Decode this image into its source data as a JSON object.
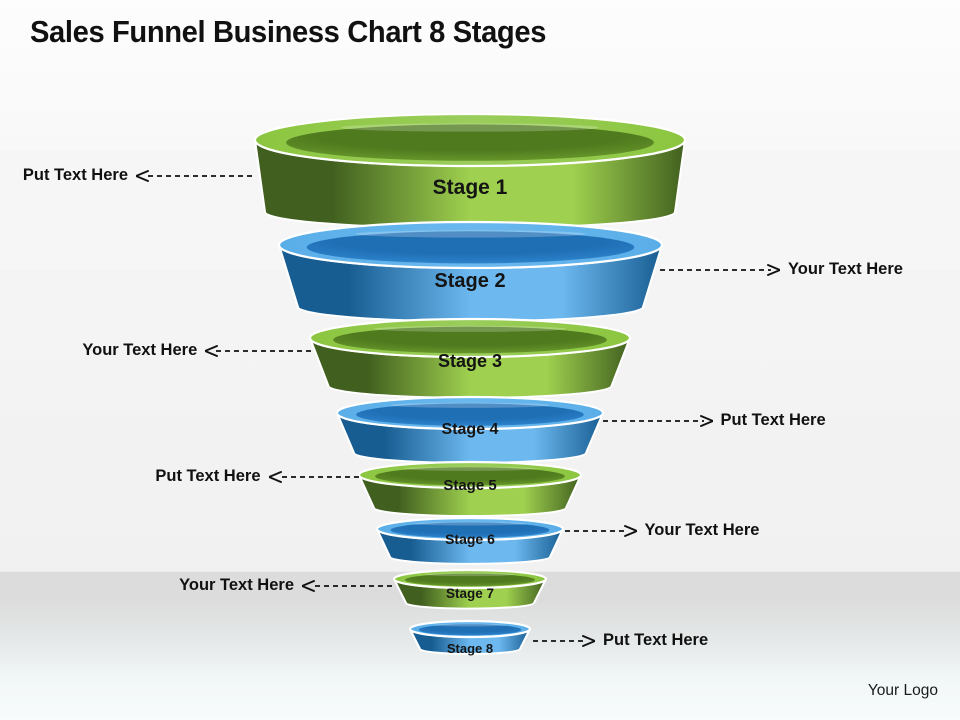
{
  "slide": {
    "title": "Sales Funnel Business Chart 8 Stages",
    "logo": "Your Logo",
    "background_top_color": "#fbfbfb",
    "background_band_color": "#dcdcdc",
    "background_bottom_color": "#f7fbfb"
  },
  "palette": {
    "green_rim_light": "#8cc63f",
    "green_rim_outer": "#9acd5b",
    "green_bowl_dark": "#4f7a1e",
    "green_body_edge": "#41601f",
    "green_body_center": "#9fd04f",
    "blue_rim_light": "#5aaee8",
    "blue_rim_outer": "#6ab8ee",
    "blue_bowl_dark": "#1f6fb5",
    "blue_body_edge": "#175d92",
    "blue_body_center": "#6cb8ef",
    "text_color": "#141414",
    "arrow_color": "#111111"
  },
  "chart_data": {
    "type": "funnel",
    "title": "Sales Funnel Business Chart 8 Stages",
    "stage_count": 8,
    "colors_alternate": [
      "green",
      "blue"
    ],
    "stages": [
      {
        "label": "Stage 1",
        "color": "green",
        "top_width": 430,
        "bottom_width": 410,
        "callout": "Put Text Here",
        "callout_side": "left",
        "label_font_size": 21
      },
      {
        "label": "Stage 2",
        "color": "blue",
        "top_width": 383,
        "bottom_width": 345,
        "callout": "Your Text Here",
        "callout_side": "right",
        "label_font_size": 20
      },
      {
        "label": "Stage 3",
        "color": "green",
        "top_width": 320,
        "bottom_width": 283,
        "callout": "Your Text Here",
        "callout_side": "left",
        "label_font_size": 18
      },
      {
        "label": "Stage 4",
        "color": "blue",
        "top_width": 266,
        "bottom_width": 232,
        "callout": "Put Text Here",
        "callout_side": "right",
        "label_font_size": 16
      },
      {
        "label": "Stage 5",
        "color": "green",
        "top_width": 222,
        "bottom_width": 192,
        "callout": "Put Text Here",
        "callout_side": "left",
        "label_font_size": 15
      },
      {
        "label": "Stage 6",
        "color": "blue",
        "top_width": 186,
        "bottom_width": 160,
        "callout": "Your Text Here",
        "callout_side": "right",
        "label_font_size": 14
      },
      {
        "label": "Stage 7",
        "color": "green",
        "top_width": 152,
        "bottom_width": 128,
        "callout": "Your Text Here",
        "callout_side": "left",
        "label_font_size": 13.5
      },
      {
        "label": "Stage 8",
        "color": "blue",
        "top_width": 120,
        "bottom_width": 100,
        "callout": "Put Text Here",
        "callout_side": "right",
        "label_font_size": 13
      }
    ]
  }
}
